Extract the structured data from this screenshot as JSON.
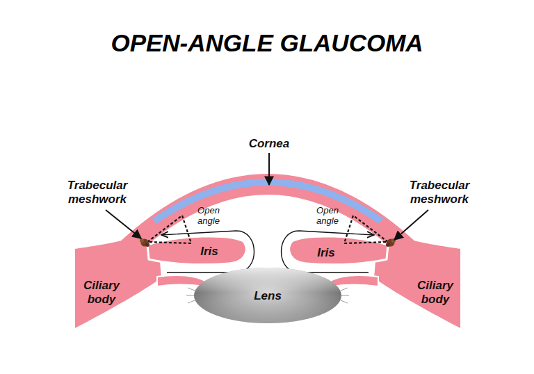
{
  "diagram": {
    "title": "OPEN-ANGLE GLAUCOMA",
    "labels": [
      "Cornea",
      "Trabecular meshwork",
      "Trabecular meshwork",
      "Open angle",
      "Open angle",
      "Iris",
      "Iris",
      "Lens",
      "Ciliary body",
      "Ciliary body"
    ]
  }
}
